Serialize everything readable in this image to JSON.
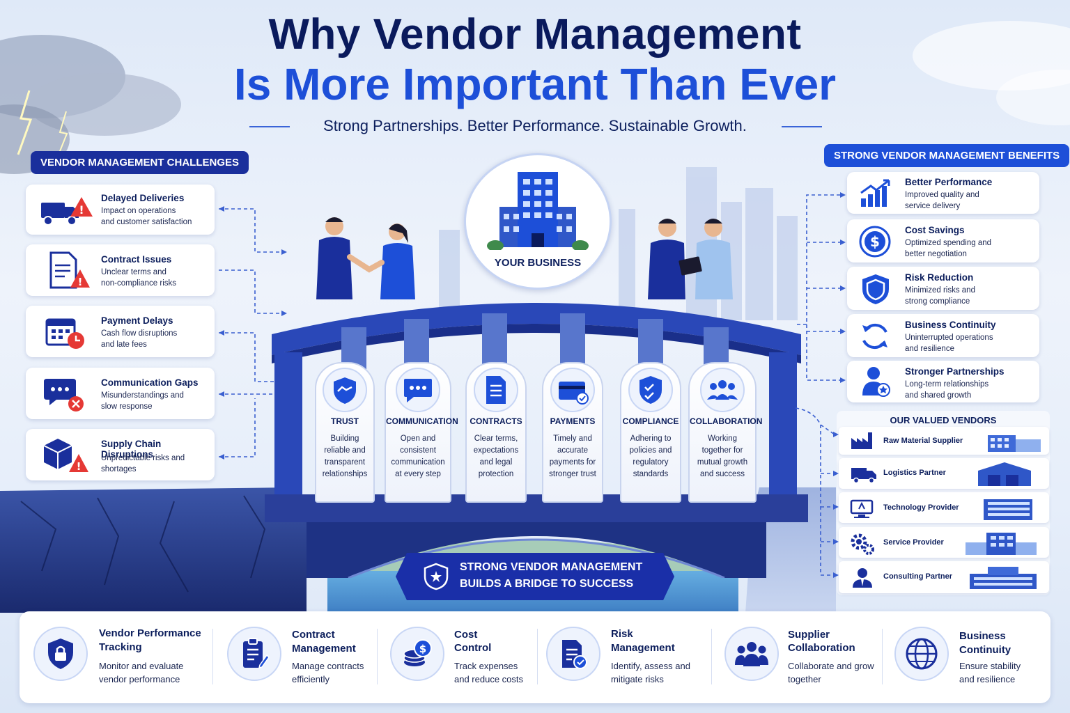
{
  "title": {
    "line1": "Why Vendor Management",
    "line2": "Is More Important Than Ever",
    "subtitle": "Strong Partnerships. Better Performance. Sustainable Growth."
  },
  "challenges": {
    "header": "VENDOR MANAGEMENT CHALLENGES",
    "items": [
      {
        "title": "Delayed Deliveries",
        "desc1": "Impact on operations",
        "desc2": "and customer satisfaction",
        "icon": "truck-warning-icon"
      },
      {
        "title": "Contract Issues",
        "desc1": "Unclear terms and",
        "desc2": "non-compliance risks",
        "icon": "document-warning-icon"
      },
      {
        "title": "Payment Delays",
        "desc1": "Cash flow disruptions",
        "desc2": "and late fees",
        "icon": "calendar-clock-icon"
      },
      {
        "title": "Communication Gaps",
        "desc1": "Misunderstandings and",
        "desc2": "slow response",
        "icon": "chat-error-icon"
      },
      {
        "title": "Supply Chain Disruptions",
        "desc1": "Unpredictable risks and",
        "desc2": "shortages",
        "icon": "box-warning-icon"
      }
    ]
  },
  "center": {
    "business_label": "YOUR BUSINESS",
    "banner_line1": "STRONG VENDOR MANAGEMENT",
    "banner_line2": "BUILDS A BRIDGE TO SUCCESS",
    "pillars": [
      {
        "title": "TRUST",
        "lines": [
          "Building",
          "reliable and",
          "transparent",
          "relationships"
        ],
        "icon": "handshake-icon"
      },
      {
        "title": "COMMUNICATION",
        "lines": [
          "Open and",
          "consistent",
          "communication",
          "at every step"
        ],
        "icon": "chat-icon"
      },
      {
        "title": "CONTRACTS",
        "lines": [
          "Clear terms,",
          "expectations",
          "and legal",
          "protection"
        ],
        "icon": "document-icon"
      },
      {
        "title": "PAYMENTS",
        "lines": [
          "Timely and",
          "accurate",
          "payments for",
          "stronger trust"
        ],
        "icon": "credit-card-icon"
      },
      {
        "title": "COMPLIANCE",
        "lines": [
          "Adhering to",
          "policies and",
          "regulatory",
          "standards"
        ],
        "icon": "shield-check-icon"
      },
      {
        "title": "COLLABORATION",
        "lines": [
          "Working",
          "together for",
          "mutual growth",
          "and success"
        ],
        "icon": "team-icon"
      }
    ]
  },
  "benefits": {
    "header": "STRONG VENDOR MANAGEMENT BENEFITS",
    "items": [
      {
        "title": "Better Performance",
        "desc1": "Improved quality and",
        "desc2": "service delivery",
        "icon": "growth-chart-icon"
      },
      {
        "title": "Cost Savings",
        "desc1": "Optimized spending and",
        "desc2": "better negotiation",
        "icon": "dollar-icon"
      },
      {
        "title": "Risk Reduction",
        "desc1": "Minimized risks and",
        "desc2": "strong compliance",
        "icon": "shield-icon"
      },
      {
        "title": "Business Continuity",
        "desc1": "Uninterrupted operations",
        "desc2": "and resilience",
        "icon": "refresh-icon"
      },
      {
        "title": "Stronger Partnerships",
        "desc1": "Long-term relationships",
        "desc2": "and shared growth",
        "icon": "partner-star-icon"
      }
    ]
  },
  "vendors": {
    "header": "OUR VALUED VENDORS",
    "items": [
      {
        "name": "Raw Material Supplier",
        "icon": "factory-icon"
      },
      {
        "name": "Logistics Partner",
        "icon": "truck-icon"
      },
      {
        "name": "Technology Provider",
        "icon": "monitor-icon"
      },
      {
        "name": "Service Provider",
        "icon": "gears-icon"
      },
      {
        "name": "Consulting Partner",
        "icon": "consultant-icon"
      }
    ]
  },
  "bottom": {
    "items": [
      {
        "title1": "Vendor Performance",
        "title2": "Tracking",
        "desc1": "Monitor and evaluate",
        "desc2": "vendor performance",
        "icon": "shield-lock-icon"
      },
      {
        "title1": "Contract",
        "title2": "Management",
        "desc1": "Manage contracts",
        "desc2": "efficiently",
        "icon": "clipboard-pen-icon"
      },
      {
        "title1": "Cost",
        "title2": "Control",
        "desc1": "Track expenses",
        "desc2": "and reduce costs",
        "icon": "coins-icon"
      },
      {
        "title1": "Risk",
        "title2": "Management",
        "desc1": "Identify, assess and",
        "desc2": "mitigate risks",
        "icon": "document-check-icon"
      },
      {
        "title1": "Supplier",
        "title2": "Collaboration",
        "desc1": "Collaborate and grow",
        "desc2": "together",
        "icon": "group-icon"
      },
      {
        "title1": "Business",
        "title2": "Continuity",
        "desc1": "Ensure stability",
        "desc2": "and resilience",
        "icon": "globe-icon"
      }
    ]
  },
  "colors": {
    "navy": "#0a1a5c",
    "brand_blue": "#1d4fd8",
    "bridge_blue": "#2a48b8",
    "warning_red": "#e53935"
  }
}
